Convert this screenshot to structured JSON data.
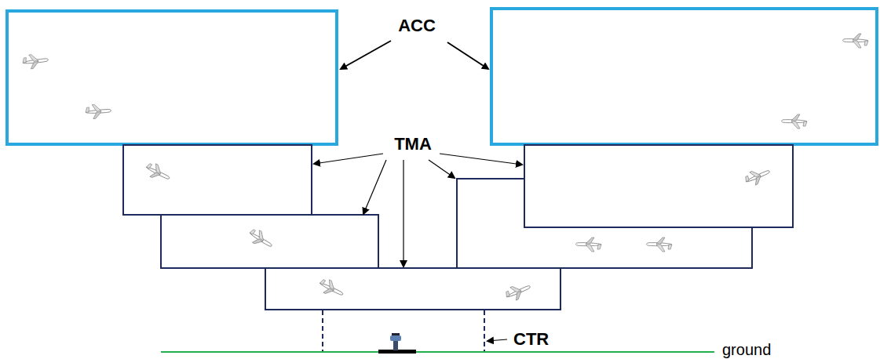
{
  "diagram": {
    "labels": [
      "ACC",
      "TMA",
      "CTR",
      "ground"
    ]
  }
}
